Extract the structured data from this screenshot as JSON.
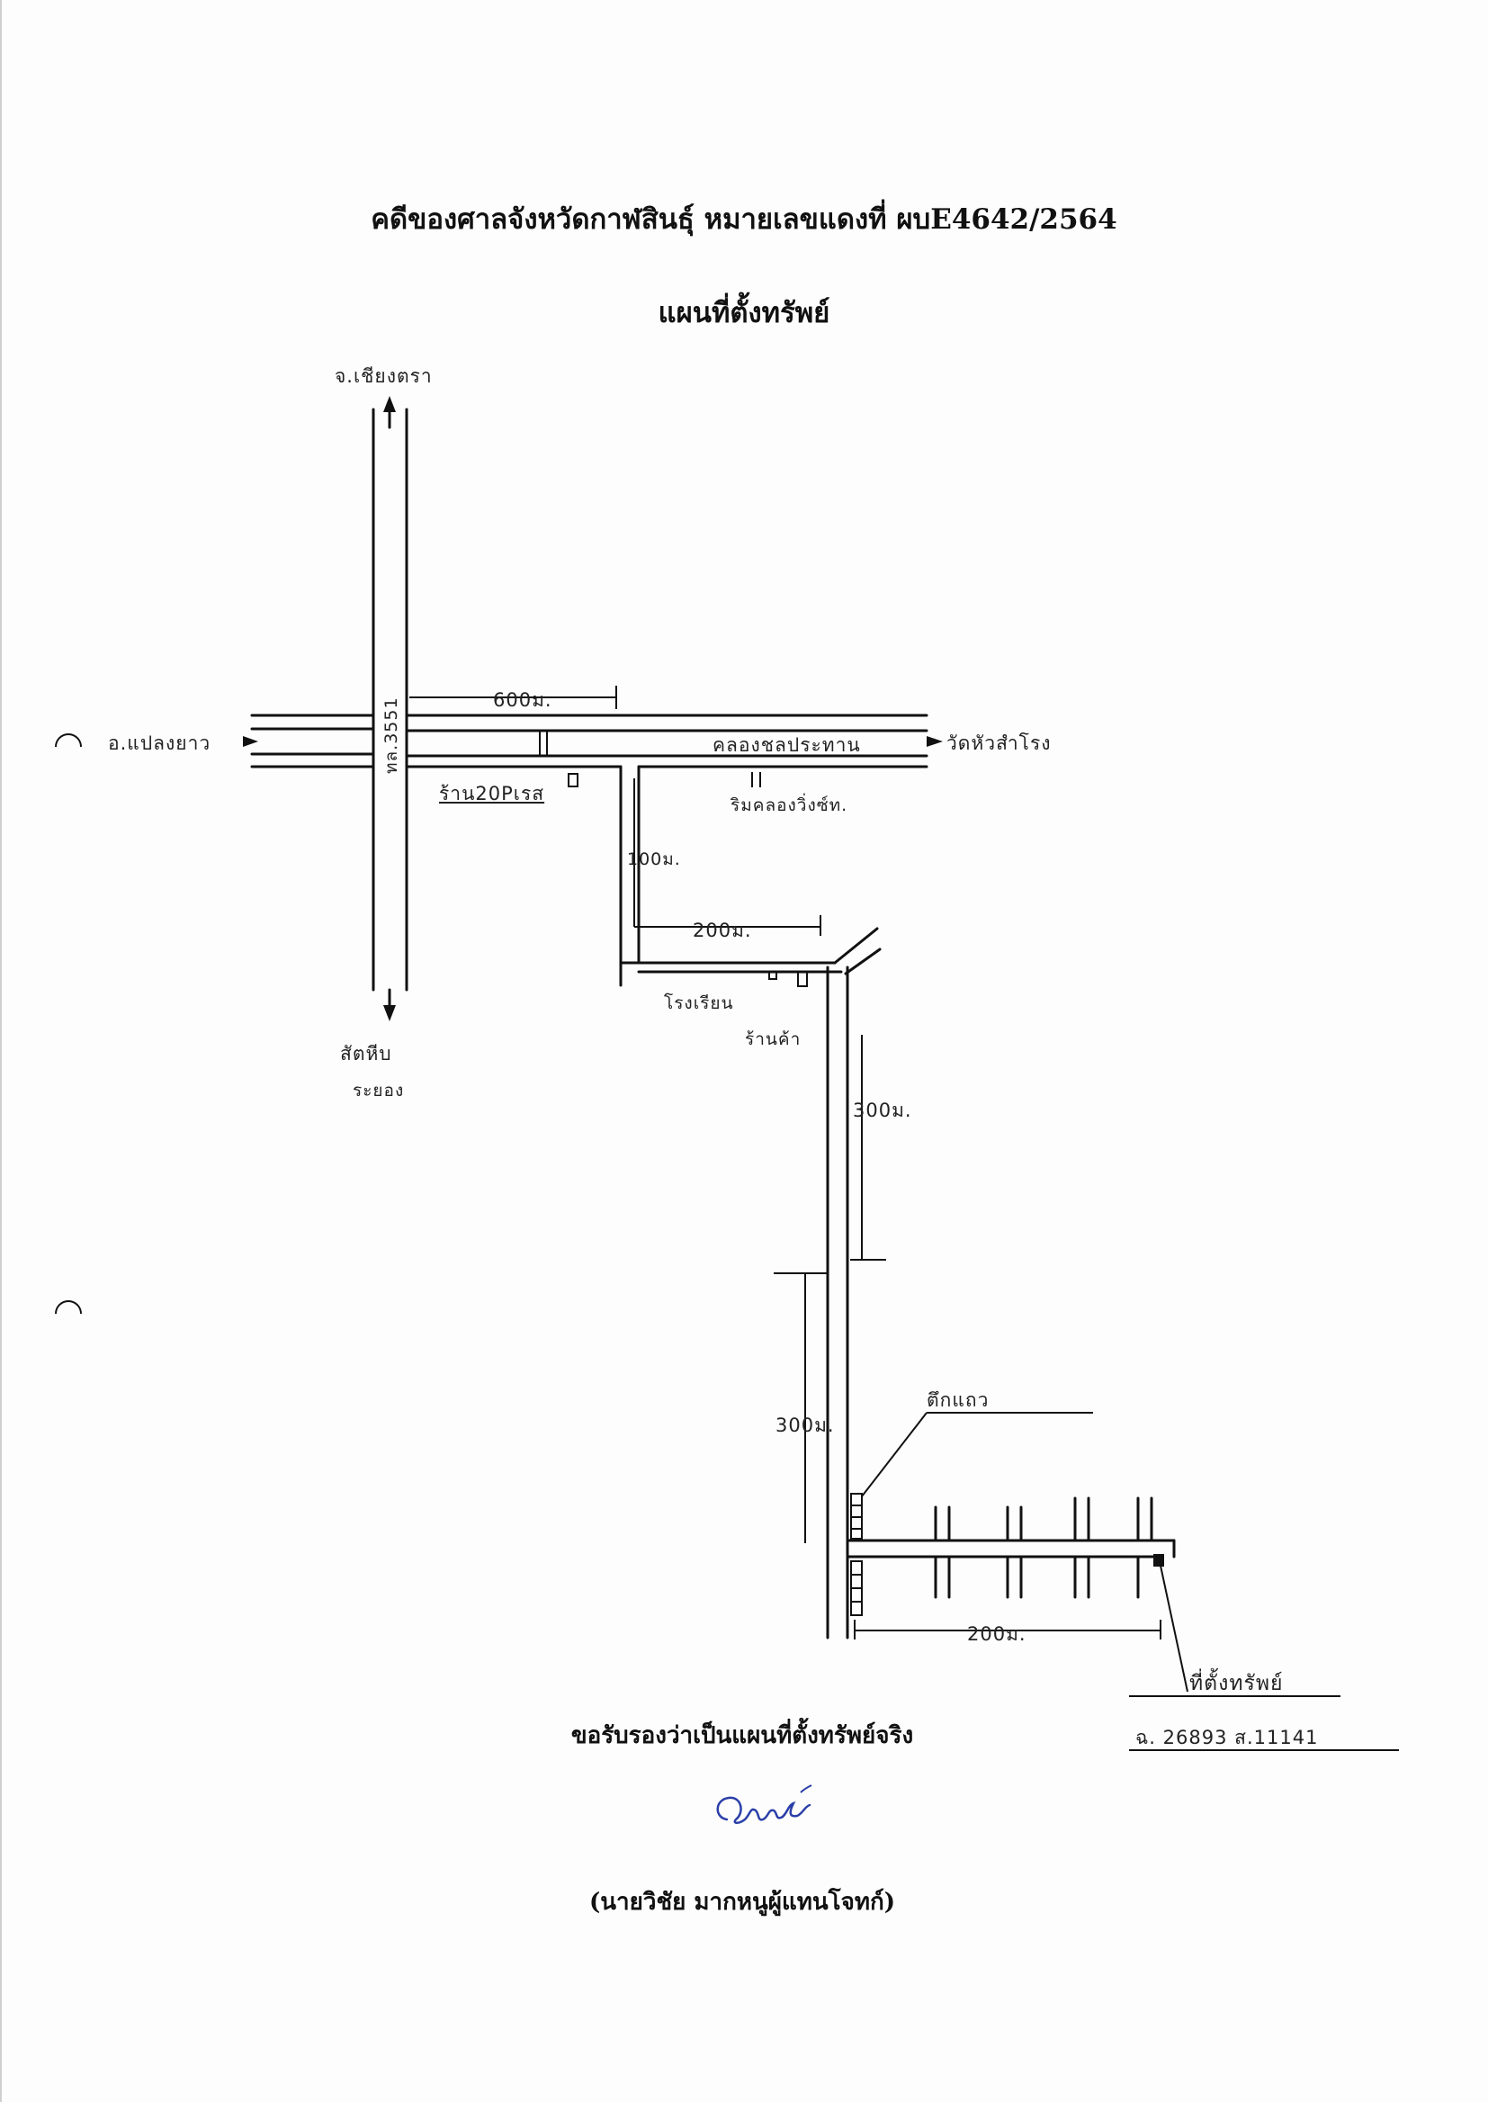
{
  "document": {
    "title": "คดีของศาลจังหวัดกาฬสินธุ์ หมายเลขแดงที่ ผบE4642/2564",
    "subtitle": "แผนที่ตั้งทรัพย์",
    "certification": "ขอรับรองว่าเป็นแผนที่ตั้งทรัพย์จริง",
    "signer": "(นายวิชัย มากหนูผู้แทนโจทก์)"
  },
  "map_labels": {
    "north_destination": "จ.เชียงตรา",
    "west_destination": "อ.แปลงยาว",
    "east_destination": "วัดหัวสำโรง",
    "south_destination": "สัตหีบ",
    "south_destination_2": "ระยอง",
    "highway": "ทล.3551",
    "shop": "ร้าน20Pเรส",
    "canal": "คลองชลประทาน",
    "canal_bridge": "ริมคลองวิ่งซ์ท.",
    "school": "โรงเรียน",
    "shop2": "ร้านค้า",
    "building": "ตึกแถว",
    "property": "ที่ตั้งทรัพย์",
    "deed": "ฉ. 26893 ส.11141",
    "dist_600": "600ม.",
    "dist_100": "100ม.",
    "dist_200_top": "200ม.",
    "dist_300_right": "300ม.",
    "dist_300_left": "300ม.",
    "dist_200_bottom": "200ม."
  },
  "colors": {
    "ink": "#111111",
    "signature": "#2a3fa8"
  }
}
